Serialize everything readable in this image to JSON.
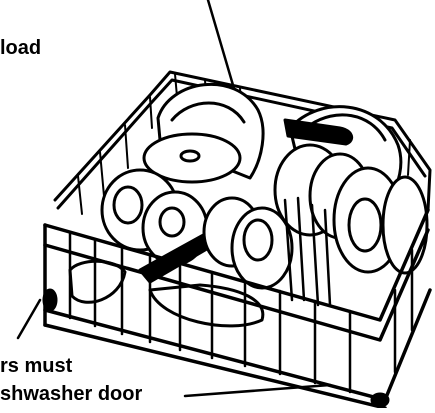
{
  "labels": {
    "load": "load",
    "must": "rs must",
    "door": "shwasher door"
  },
  "colors": {
    "ink": "#000000",
    "paper": "#ffffff"
  }
}
